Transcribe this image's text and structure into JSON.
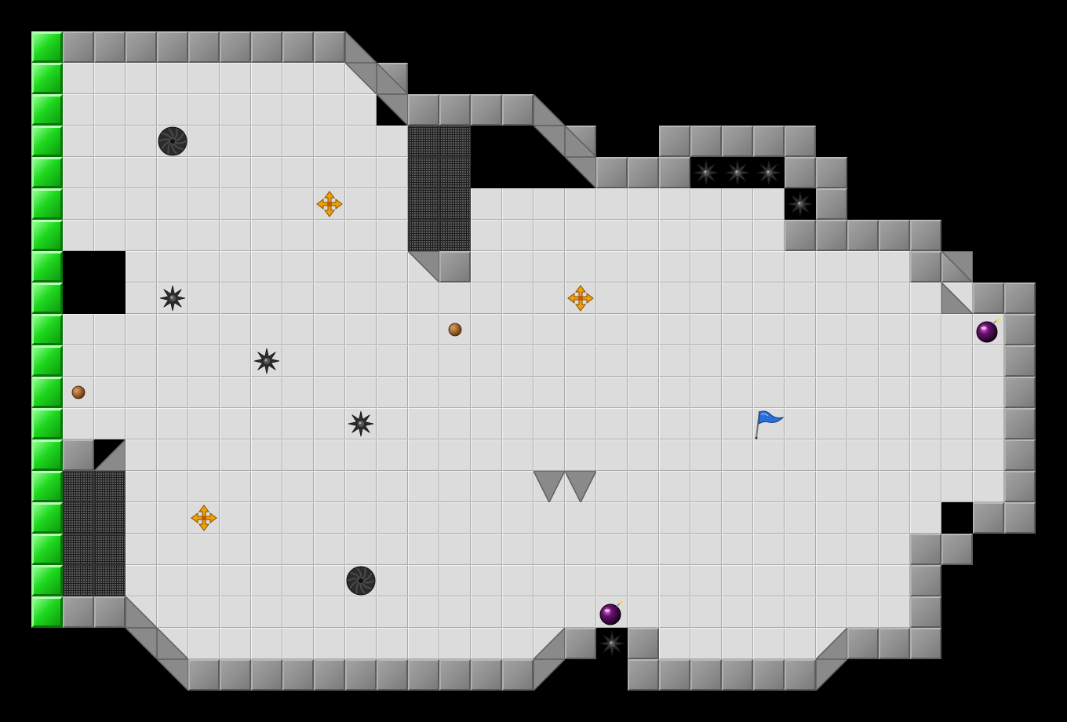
{
  "grid": {
    "cols": 32,
    "rows": 21
  },
  "colors": {
    "floor": "#dcdcdc",
    "wall": "#8e8e8e",
    "exit": "#1ed81e",
    "background": "#000000"
  },
  "floor_rows": [
    [
      2,
      2,
      11
    ],
    [
      3,
      2,
      11
    ],
    [
      4,
      2,
      12
    ],
    [
      5,
      2,
      12
    ],
    [
      6,
      2,
      24
    ],
    [
      7,
      2,
      24
    ],
    [
      8,
      4,
      27
    ],
    [
      9,
      4,
      30
    ],
    [
      10,
      2,
      31
    ],
    [
      11,
      2,
      31
    ],
    [
      12,
      2,
      31
    ],
    [
      13,
      2,
      31
    ],
    [
      14,
      4,
      31
    ],
    [
      15,
      4,
      31
    ],
    [
      16,
      4,
      29
    ],
    [
      17,
      4,
      28
    ],
    [
      18,
      4,
      28
    ],
    [
      19,
      4,
      28
    ],
    [
      20,
      5,
      17
    ],
    [
      20,
      21,
      26
    ],
    [
      8,
      28,
      28
    ],
    [
      10,
      30,
      30
    ],
    [
      11,
      30,
      30
    ]
  ],
  "tiles": {
    "wall": [
      [
        2,
        1
      ],
      [
        3,
        1
      ],
      [
        4,
        1
      ],
      [
        5,
        1
      ],
      [
        6,
        1
      ],
      [
        7,
        1
      ],
      [
        8,
        1
      ],
      [
        9,
        1
      ],
      [
        10,
        1
      ],
      [
        12,
        2
      ],
      [
        13,
        3
      ],
      [
        14,
        3
      ],
      [
        15,
        3
      ],
      [
        16,
        3
      ],
      [
        18,
        4
      ],
      [
        19,
        5
      ],
      [
        20,
        5
      ],
      [
        21,
        5
      ],
      [
        21,
        4
      ],
      [
        22,
        4
      ],
      [
        23,
        4
      ],
      [
        24,
        4
      ],
      [
        25,
        4
      ],
      [
        25,
        5
      ],
      [
        26,
        5
      ],
      [
        26,
        6
      ],
      [
        25,
        7
      ],
      [
        26,
        7
      ],
      [
        27,
        7
      ],
      [
        28,
        7
      ],
      [
        29,
        7
      ],
      [
        29,
        8
      ],
      [
        30,
        8
      ],
      [
        31,
        9
      ],
      [
        32,
        9
      ],
      [
        32,
        10
      ],
      [
        32,
        11
      ],
      [
        32,
        12
      ],
      [
        32,
        13
      ],
      [
        32,
        14
      ],
      [
        32,
        15
      ],
      [
        31,
        16
      ],
      [
        32,
        16
      ],
      [
        29,
        17
      ],
      [
        30,
        17
      ],
      [
        29,
        18
      ],
      [
        29,
        19
      ],
      [
        29,
        20
      ],
      [
        27,
        20
      ],
      [
        28,
        20
      ],
      [
        21,
        21
      ],
      [
        22,
        21
      ],
      [
        23,
        21
      ],
      [
        24,
        21
      ],
      [
        25,
        21
      ],
      [
        20,
        20
      ],
      [
        20,
        21
      ],
      [
        18,
        20
      ],
      [
        6,
        21
      ],
      [
        7,
        21
      ],
      [
        8,
        21
      ],
      [
        9,
        21
      ],
      [
        10,
        21
      ],
      [
        11,
        21
      ],
      [
        12,
        21
      ],
      [
        13,
        21
      ],
      [
        14,
        21
      ],
      [
        15,
        21
      ],
      [
        16,
        21
      ],
      [
        2,
        14
      ],
      [
        2,
        19
      ],
      [
        3,
        19
      ],
      [
        14,
        8
      ]
    ],
    "grate": [
      [
        13,
        4
      ],
      [
        14,
        4
      ],
      [
        13,
        5
      ],
      [
        14,
        5
      ],
      [
        13,
        6
      ],
      [
        14,
        6
      ],
      [
        13,
        7
      ],
      [
        14,
        7
      ],
      [
        2,
        15
      ],
      [
        3,
        15
      ],
      [
        2,
        16
      ],
      [
        3,
        16
      ],
      [
        2,
        17
      ],
      [
        3,
        17
      ],
      [
        2,
        18
      ],
      [
        3,
        18
      ]
    ],
    "exit_column": {
      "col": 1,
      "row_start": 1,
      "row_end": 19
    }
  },
  "diagonals": [
    {
      "col": 11,
      "row": 1,
      "dir": "tr"
    },
    {
      "col": 11,
      "row": 2,
      "dir": "bl"
    },
    {
      "col": 12,
      "row": 2,
      "dir": "tr"
    },
    {
      "col": 12,
      "row": 3,
      "dir": "bl"
    },
    {
      "col": 17,
      "row": 3,
      "dir": "tr"
    },
    {
      "col": 17,
      "row": 4,
      "dir": "bl"
    },
    {
      "col": 18,
      "row": 4,
      "dir": "tr"
    },
    {
      "col": 18,
      "row": 5,
      "dir": "bl"
    },
    {
      "col": 13,
      "row": 8,
      "dir": "bl"
    },
    {
      "col": 30,
      "row": 8,
      "dir": "bl"
    },
    {
      "col": 30,
      "row": 9,
      "dir": "tr"
    },
    {
      "col": 3,
      "row": 14,
      "dir": "tl"
    },
    {
      "col": 4,
      "row": 19,
      "dir": "tr"
    },
    {
      "col": 4,
      "row": 20,
      "dir": "bl"
    },
    {
      "col": 5,
      "row": 20,
      "dir": "tr"
    },
    {
      "col": 5,
      "row": 21,
      "dir": "bl"
    },
    {
      "col": 17,
      "row": 20,
      "dir": "tl"
    },
    {
      "col": 17,
      "row": 21,
      "dir": "br"
    },
    {
      "col": 26,
      "row": 20,
      "dir": "tl"
    },
    {
      "col": 26,
      "row": 21,
      "dir": "br"
    },
    {
      "col": 17,
      "row": 15,
      "dir": "v"
    },
    {
      "col": 18,
      "row": 15,
      "dir": "v"
    }
  ],
  "objects": [
    {
      "type": "hole",
      "col": 5,
      "row": 4
    },
    {
      "type": "hole",
      "col": 11,
      "row": 18
    },
    {
      "type": "arrows",
      "col": 10,
      "row": 6
    },
    {
      "type": "arrows",
      "col": 18,
      "row": 9
    },
    {
      "type": "arrows",
      "col": 6,
      "row": 16
    },
    {
      "type": "spike",
      "col": 5,
      "row": 9
    },
    {
      "type": "spike",
      "col": 8,
      "row": 11
    },
    {
      "type": "spike",
      "col": 11,
      "row": 13
    },
    {
      "type": "spike",
      "col": 22,
      "row": 5
    },
    {
      "type": "spike",
      "col": 23,
      "row": 5
    },
    {
      "type": "spike",
      "col": 24,
      "row": 5
    },
    {
      "type": "spike",
      "col": 25,
      "row": 6
    },
    {
      "type": "spike",
      "col": 19,
      "row": 20
    },
    {
      "type": "ball",
      "col": 14,
      "row": 10
    },
    {
      "type": "ball",
      "col": 2,
      "row": 12
    },
    {
      "type": "bomb",
      "col": 31,
      "row": 10
    },
    {
      "type": "bomb",
      "col": 19,
      "row": 19
    },
    {
      "type": "flag",
      "col": 24,
      "row": 13
    }
  ]
}
